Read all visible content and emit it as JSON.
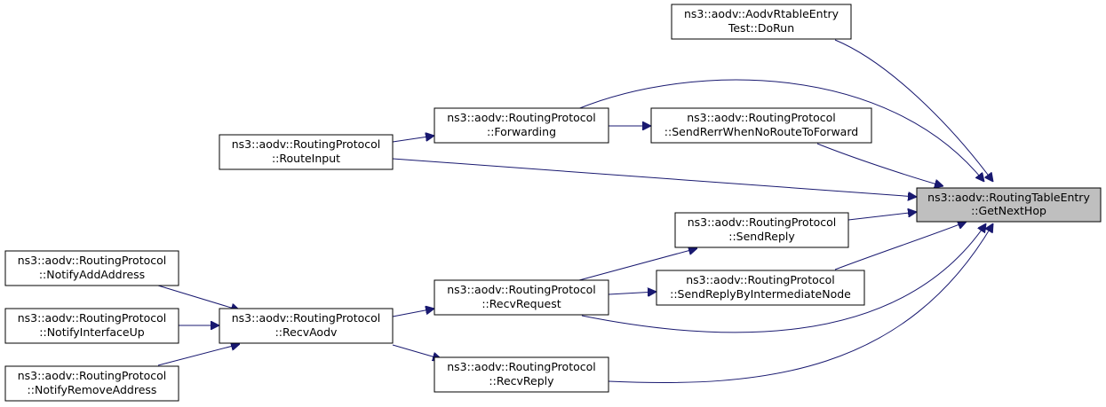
{
  "diagram": {
    "nodes": [
      {
        "id": "getnexthop",
        "line1": "ns3::aodv::RoutingTableEntry",
        "line2": "::GetNextHop",
        "focus": true
      },
      {
        "id": "dorun",
        "line1": "ns3::aodv::AodvRtableEntry",
        "line2": "Test::DoRun"
      },
      {
        "id": "forwarding",
        "line1": "ns3::aodv::RoutingProtocol",
        "line2": "::Forwarding"
      },
      {
        "id": "senderr",
        "line1": "ns3::aodv::RoutingProtocol",
        "line2": "::SendRerrWhenNoRouteToForward"
      },
      {
        "id": "routeinput",
        "line1": "ns3::aodv::RoutingProtocol",
        "line2": "::RouteInput"
      },
      {
        "id": "sendreply",
        "line1": "ns3::aodv::RoutingProtocol",
        "line2": "::SendReply"
      },
      {
        "id": "sendreplyinter",
        "line1": "ns3::aodv::RoutingProtocol",
        "line2": "::SendReplyByIntermediateNode"
      },
      {
        "id": "recvrequest",
        "line1": "ns3::aodv::RoutingProtocol",
        "line2": "::RecvRequest"
      },
      {
        "id": "recvaodv",
        "line1": "ns3::aodv::RoutingProtocol",
        "line2": "::RecvAodv"
      },
      {
        "id": "recvreply",
        "line1": "ns3::aodv::RoutingProtocol",
        "line2": "::RecvReply"
      },
      {
        "id": "notifyadd",
        "line1": "ns3::aodv::RoutingProtocol",
        "line2": "::NotifyAddAddress"
      },
      {
        "id": "notifyup",
        "line1": "ns3::aodv::RoutingProtocol",
        "line2": "::NotifyInterfaceUp"
      },
      {
        "id": "notifyremove",
        "line1": "ns3::aodv::RoutingProtocol",
        "line2": "::NotifyRemoveAddress"
      }
    ],
    "edges": [
      {
        "from": "dorun",
        "to": "getnexthop"
      },
      {
        "from": "forwarding",
        "to": "getnexthop"
      },
      {
        "from": "senderr",
        "to": "getnexthop"
      },
      {
        "from": "routeinput",
        "to": "getnexthop"
      },
      {
        "from": "sendreply",
        "to": "getnexthop"
      },
      {
        "from": "sendreplyinter",
        "to": "getnexthop"
      },
      {
        "from": "recvrequest",
        "to": "getnexthop"
      },
      {
        "from": "recvreply",
        "to": "getnexthop"
      },
      {
        "from": "forwarding",
        "to": "senderr"
      },
      {
        "from": "routeinput",
        "to": "forwarding"
      },
      {
        "from": "recvrequest",
        "to": "sendreply"
      },
      {
        "from": "recvrequest",
        "to": "sendreplyinter"
      },
      {
        "from": "recvaodv",
        "to": "recvrequest"
      },
      {
        "from": "recvaodv",
        "to": "recvreply"
      },
      {
        "from": "notifyadd",
        "to": "recvaodv"
      },
      {
        "from": "notifyup",
        "to": "recvaodv"
      },
      {
        "from": "notifyremove",
        "to": "recvaodv"
      }
    ]
  }
}
